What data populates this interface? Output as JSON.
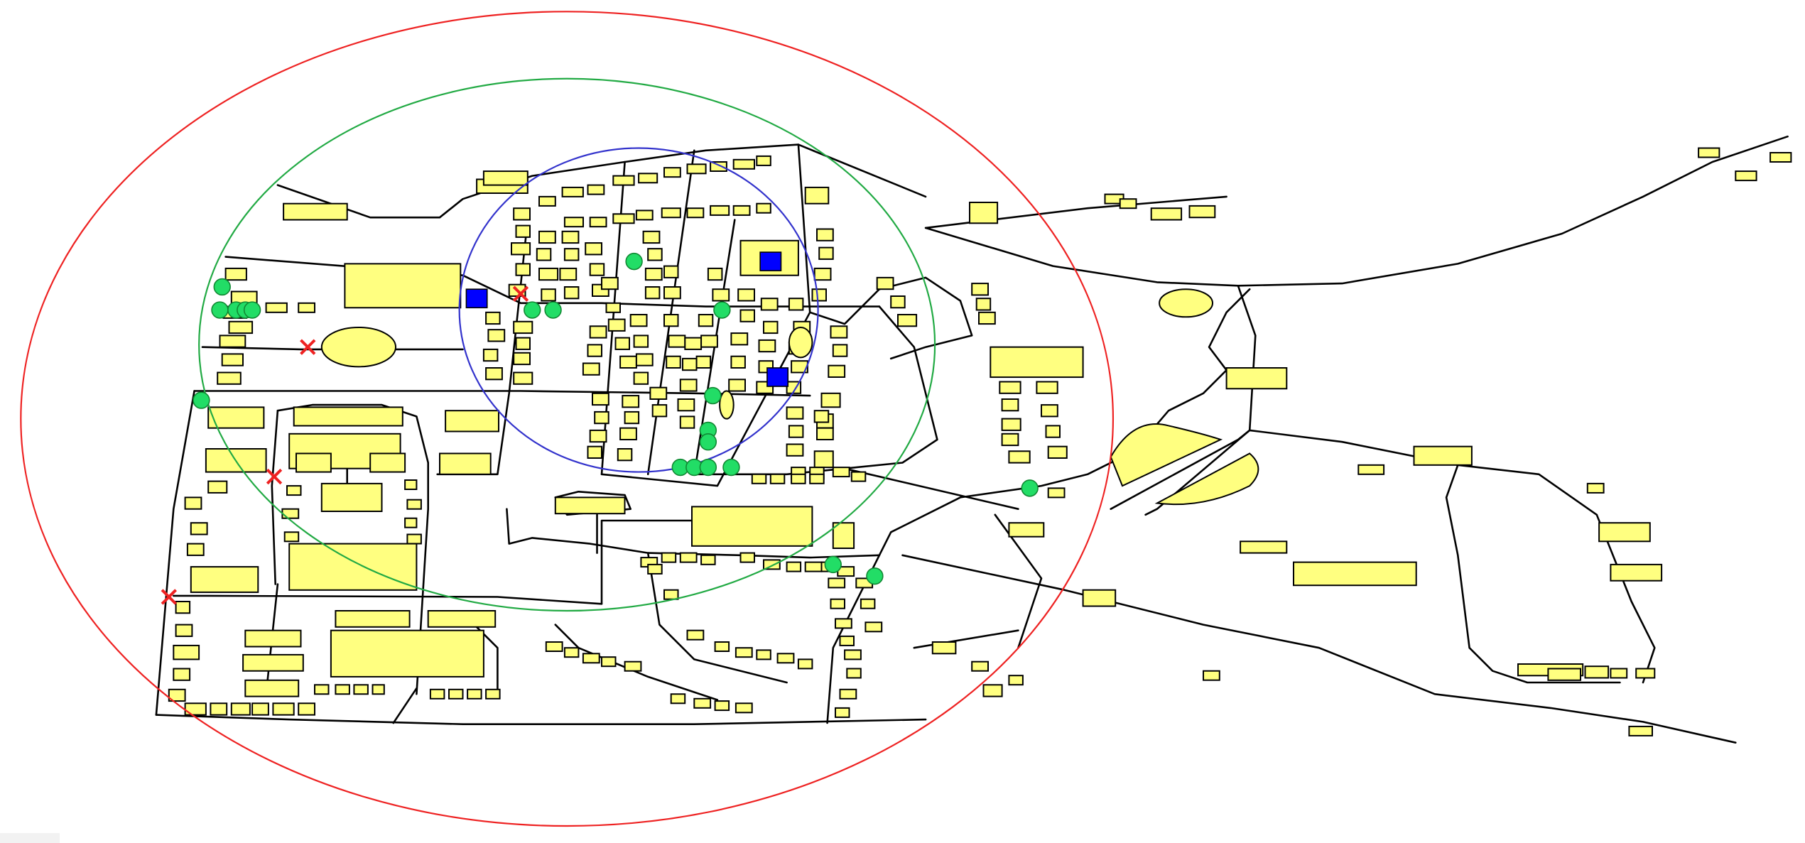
{
  "map": {
    "background_color": "#ffffff",
    "road_color": "#000000",
    "building_fill": "#ffff80",
    "building_stroke": "#000000",
    "rings": [
      {
        "name": "inner-ring",
        "color": "#3333cc"
      },
      {
        "name": "middle-ring",
        "color": "#22aa44"
      },
      {
        "name": "outer-ring",
        "color": "#ee2222"
      }
    ],
    "markers": {
      "green_circle": {
        "color": "#22dd66",
        "stroke": "#118833",
        "icon": "green-circle-marker"
      },
      "blue_square": {
        "color": "#0000ff",
        "stroke": "#000000",
        "icon": "blue-square-marker"
      },
      "red_cross": {
        "color": "#ee2222",
        "icon": "red-cross-marker"
      }
    }
  }
}
